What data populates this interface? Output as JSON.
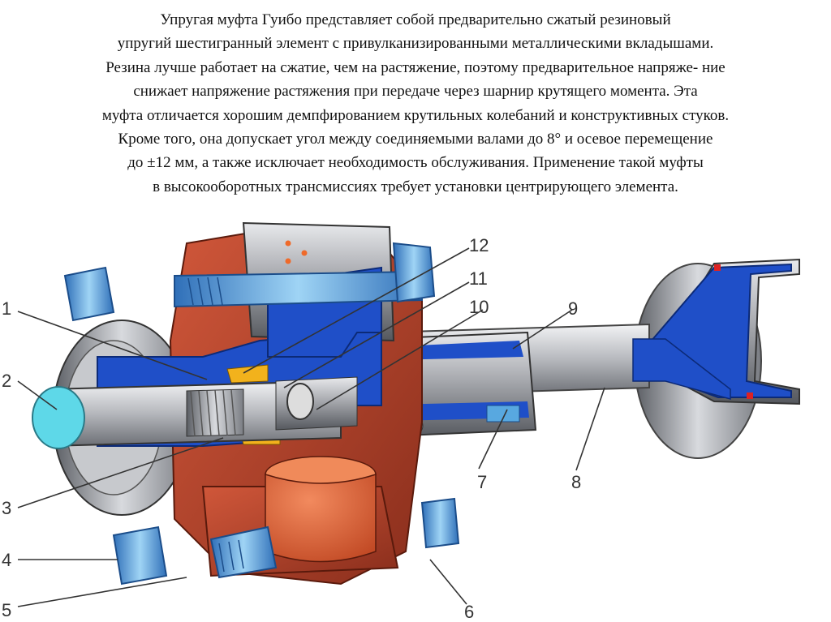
{
  "description": {
    "lines": [
      "Упругая муфта Гуибо представляет собой предварительно сжатый резиновый",
      "упругий шестигранный элемент с привулканизированными металлическими вкладышами.",
      "Резина лучше работает на сжатие, чем на растяжение, поэтому предварительное напряже- ние",
      "снижает напряжение растяжения при передаче через шарнир крутящего момента. Эта",
      "муфта отличается хорошим демпфированием крутильных колебаний и конструктивных стуков.",
      "Кроме того, она допускает угол между соединяемыми валами до 8° и осевое перемещение",
      "до ±12 мм, а также исключает необходимость обслуживания. Применение такой муфты",
      "в высокооборотных трансмиссиях требует установки центрирующего элемента."
    ]
  },
  "callouts": {
    "c1": "1",
    "c2": "2",
    "c3": "3",
    "c4": "4",
    "c5": "5",
    "c6": "6",
    "c7": "7",
    "c8": "8",
    "c9": "9",
    "c10": "10",
    "c11": "11",
    "c12": "12"
  },
  "colors": {
    "steel": "#a8aab0",
    "steel_dark": "#6a6d74",
    "blue_part": "#1f4fc8",
    "rubber": "#b8432a",
    "rubber_light": "#e06b45",
    "brass": "#f2b21c",
    "bolt_blue": "#58a8e0",
    "cyan_face": "#5ed8e8"
  }
}
